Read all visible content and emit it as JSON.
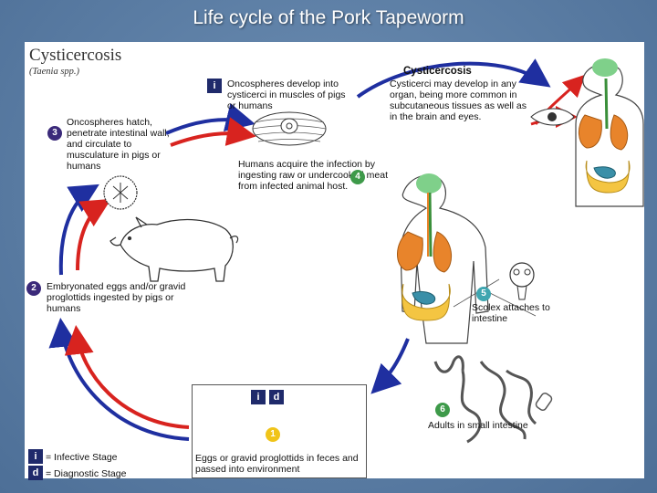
{
  "slide_title": "Life cycle of the Pork Tapeworm",
  "diagram": {
    "heading": "Cysticercosis",
    "subheading": "(Taenia spp.)",
    "stages": [
      {
        "id": "1",
        "text": "Eggs or gravid proglottids in feces and passed into environment"
      },
      {
        "id": "2",
        "text": "Embryonated eggs and/or gravid proglottids ingested by pigs or humans"
      },
      {
        "id": "3",
        "text": "Oncospheres hatch, penetrate intestinal wall, and circulate to musculature in pigs or humans"
      },
      {
        "id": "i",
        "text": "Oncospheres develop into cysticerci in muscles of pigs or humans"
      },
      {
        "id": "4",
        "text": "Humans acquire the infection by ingesting raw or undercooked meat from infected animal host."
      },
      {
        "id": "5",
        "text": "Scolex attaches to intestine"
      },
      {
        "id": "6",
        "text": "Adults in small intestine"
      }
    ],
    "cysticercosis_box": {
      "title": "Cysticercosis",
      "text": "Cysticerci may develop in any organ, being more common in subcutaneous tissues as well as in the brain and eyes."
    },
    "legend": [
      {
        "symbol": "i",
        "label": "= Infective Stage"
      },
      {
        "symbol": "d",
        "label": "= Diagnostic Stage"
      }
    ],
    "colors": {
      "arrow_blue": "#1f2fa0",
      "arrow_red": "#d8231f",
      "stage_badge": "#3b2a7a",
      "human_stage_badge": "#3e9a4a",
      "scolex_badge": "#3fa6b0",
      "egg_badge": "#f0c419",
      "lungs": "#e8842b",
      "intestine_small": "#3a8fa8",
      "intestine_large": "#f4c542",
      "brain": "#7fd08a"
    }
  }
}
